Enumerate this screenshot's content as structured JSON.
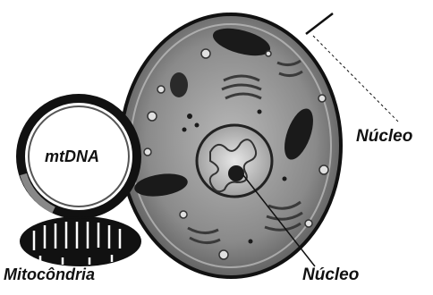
{
  "labels": {
    "mtdna": "mtDNA",
    "mitochondria": "Mitocôndria",
    "nucleus_top": "Núcleo",
    "nucleus_bottom": "Núcleo"
  },
  "colors": {
    "ink": "#111111",
    "cell_fill": "#8c8c8c",
    "nucleus_fill": "#d9d9d9",
    "background": "#ffffff"
  }
}
